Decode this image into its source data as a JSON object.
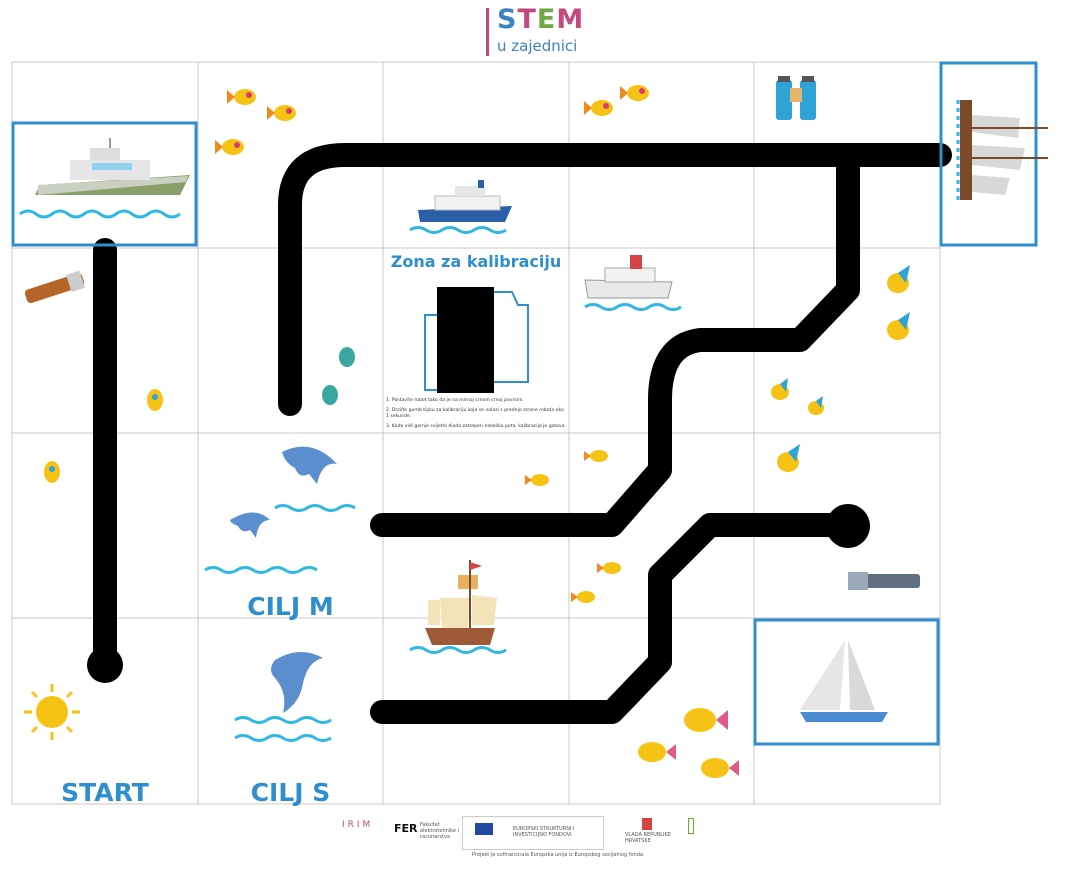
{
  "header": {
    "logo_letters": [
      "S",
      "T",
      "E",
      "M"
    ],
    "logo_subtitle": "u zajednici"
  },
  "board": {
    "calibration_title": "Zona za kalibraciju",
    "calibration_steps": [
      "1. Postavite robot tako da je na mirnoj crnom crnoj povrsini.",
      "2. Drzi/te gumb tipku za kalibraciju koja se nalazi s prednje strane robota oko 1 sekunde.",
      "3. Kada vidi gornje svijetlo dioda zatreperi nekoliko puta, kalibracija je gotova."
    ],
    "labels": {
      "start": "START",
      "cilj_m": "CILJ M",
      "cilj_s": "CILJ S"
    }
  },
  "footer": {
    "irim_text": "IRIM",
    "fer_text": "FER",
    "fer_sub": "Fakultet elektrotehnike i racunarstva",
    "eu_text": "EUROPSKI STRUKTURNI I INVESTICIJSKI FONDOVI",
    "gov_text": "VLADA REPUBLIKE HRVATSKE",
    "eu_caption": "Projekt je sufinancirala Europska unija iz Europskog socijalnog fonda."
  },
  "colors": {
    "grid": "#c8c8c8",
    "path": "#000000",
    "frame": "#2f8ecd",
    "label": "#2f8ecd",
    "water": "#2fb7e6",
    "fish_yellow": "#f6c315",
    "fish_orange": "#f08a1d"
  }
}
